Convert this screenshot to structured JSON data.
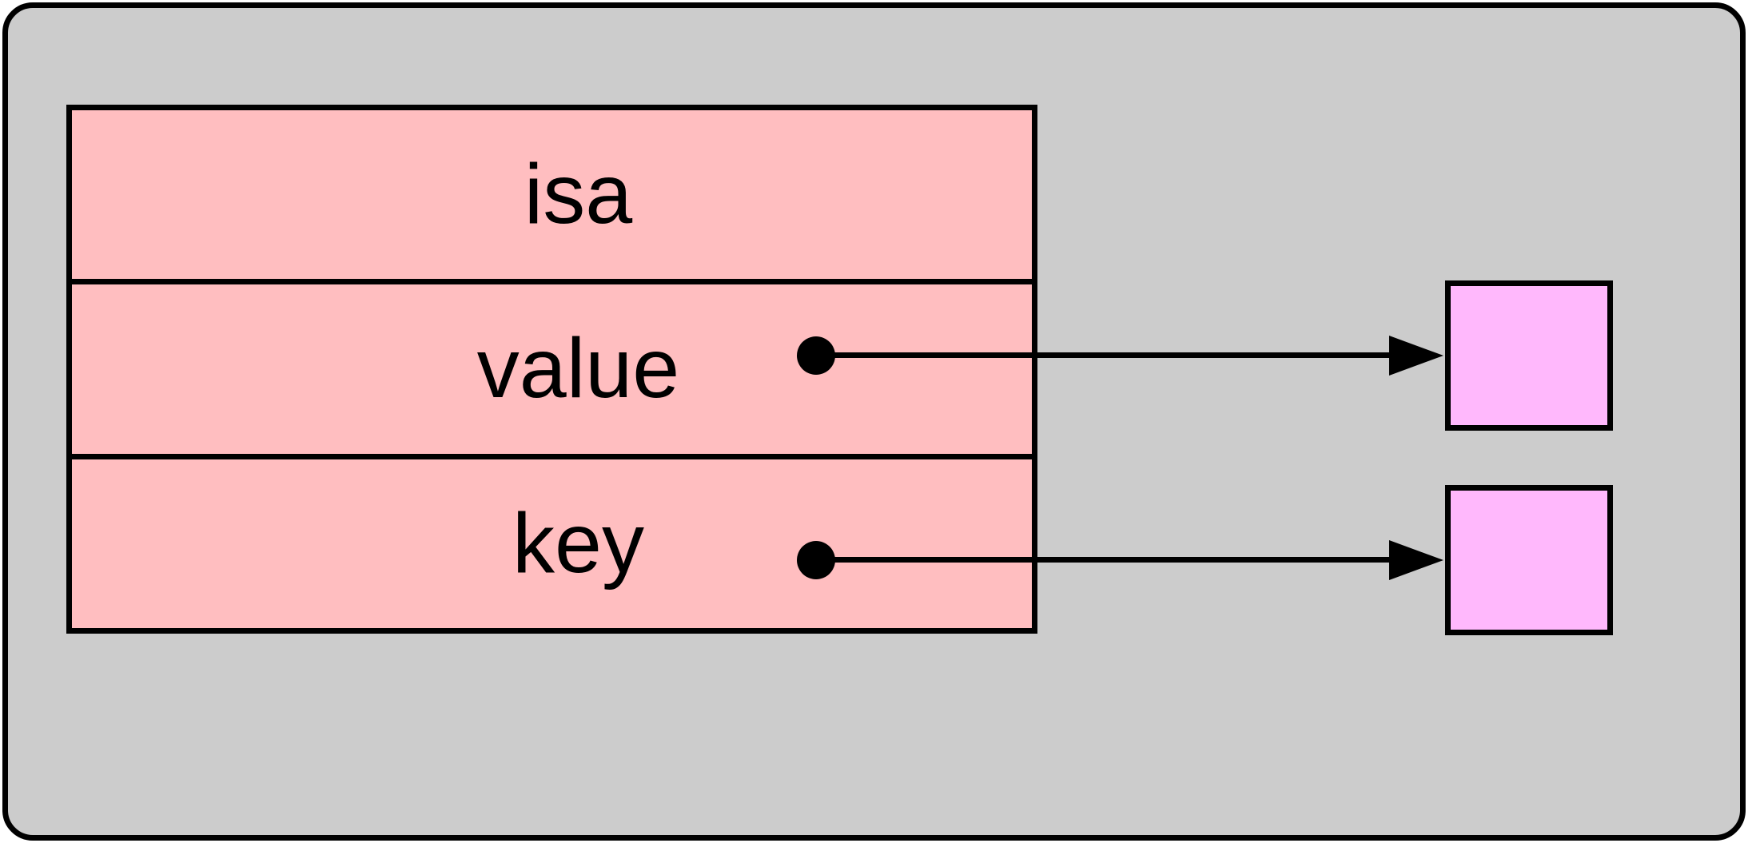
{
  "diagram": {
    "description": "Object record with three fields; value and key fields hold pointers to separate objects",
    "object_box": {
      "fields": [
        {
          "label": "isa",
          "has_pointer": false
        },
        {
          "label": "value",
          "has_pointer": true
        },
        {
          "label": "key",
          "has_pointer": true
        }
      ]
    },
    "pointer_targets": [
      {
        "from_field": "value"
      },
      {
        "from_field": "key"
      }
    ]
  },
  "colors": {
    "panel_fill": "#cccccc",
    "field_fill": "#ffbec0",
    "target_fill": "#ffb8fc",
    "line": "#000000",
    "text": "#000000",
    "page_background": "#ffffff"
  }
}
